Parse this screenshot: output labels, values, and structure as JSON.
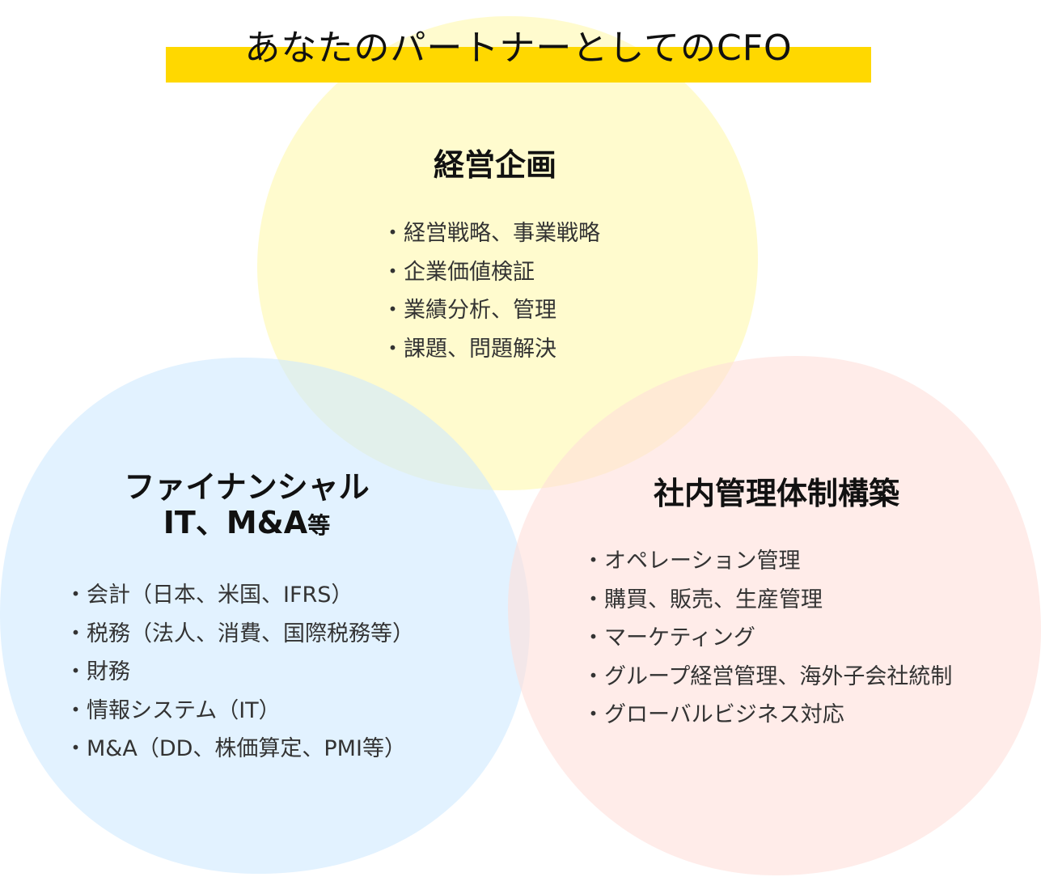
{
  "title": "あなたのパートナーとしてのCFO",
  "colors": {
    "title_bar": "#ffd800",
    "circle_top": "#fff7a6",
    "circle_left": "#cfe9ff",
    "circle_right": "#ffe0da"
  },
  "circles": {
    "top": {
      "heading": "経営企画",
      "items": [
        "経営戦略、事業戦略",
        "企業価値検証",
        "業績分析、管理",
        "課題、問題解決"
      ]
    },
    "left": {
      "heading_line1": "ファイナンシャル",
      "heading_line2_main": "IT、M&A",
      "heading_line2_small": "等",
      "items": [
        "会計（日本、米国、IFRS）",
        "税務（法人、消費、国際税務等）",
        "財務",
        "情報システム（IT）",
        "M&A（DD、株価算定、PMI等）"
      ]
    },
    "right": {
      "heading": "社内管理体制構築",
      "items": [
        "オペレーション管理",
        "購買、販売、生産管理",
        "マーケティング",
        "グループ経営管理、海外子会社統制",
        "グローバルビジネス対応"
      ]
    }
  }
}
